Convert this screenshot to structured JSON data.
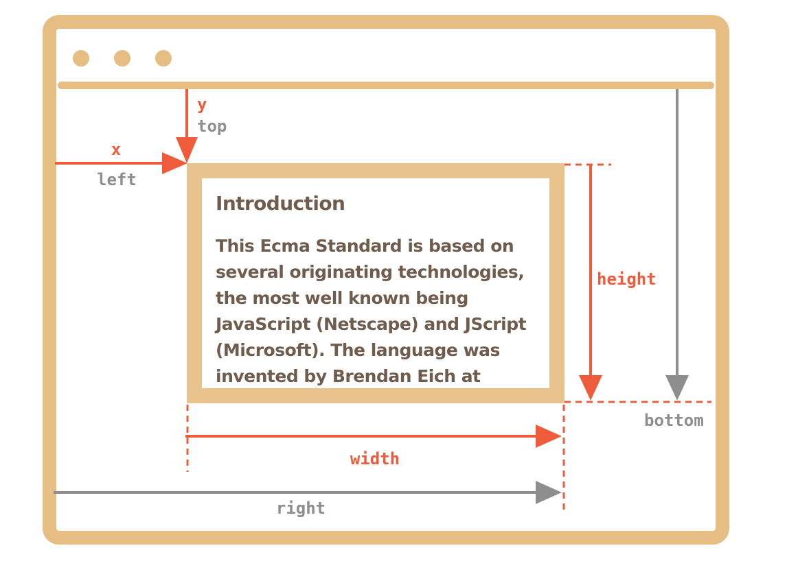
{
  "labels": {
    "x": "x",
    "top": "top",
    "y": "y",
    "left": "left",
    "height": "height",
    "width": "width",
    "bottom": "bottom",
    "right": "right"
  },
  "element": {
    "title": "Introduction",
    "lines": [
      "This Ecma Standard is based on",
      "several originating technologies,",
      "the most well known being",
      "JavaScript (Netscape) and JScript",
      "(Microsoft). The language was",
      "invented by Brendan Eich at"
    ]
  },
  "colors": {
    "frame": "#e6bd82",
    "element_border": "#e8c38e",
    "accent": "#ee5c3c",
    "gray": "#8e8e8e",
    "text": "#6f5c4d"
  }
}
